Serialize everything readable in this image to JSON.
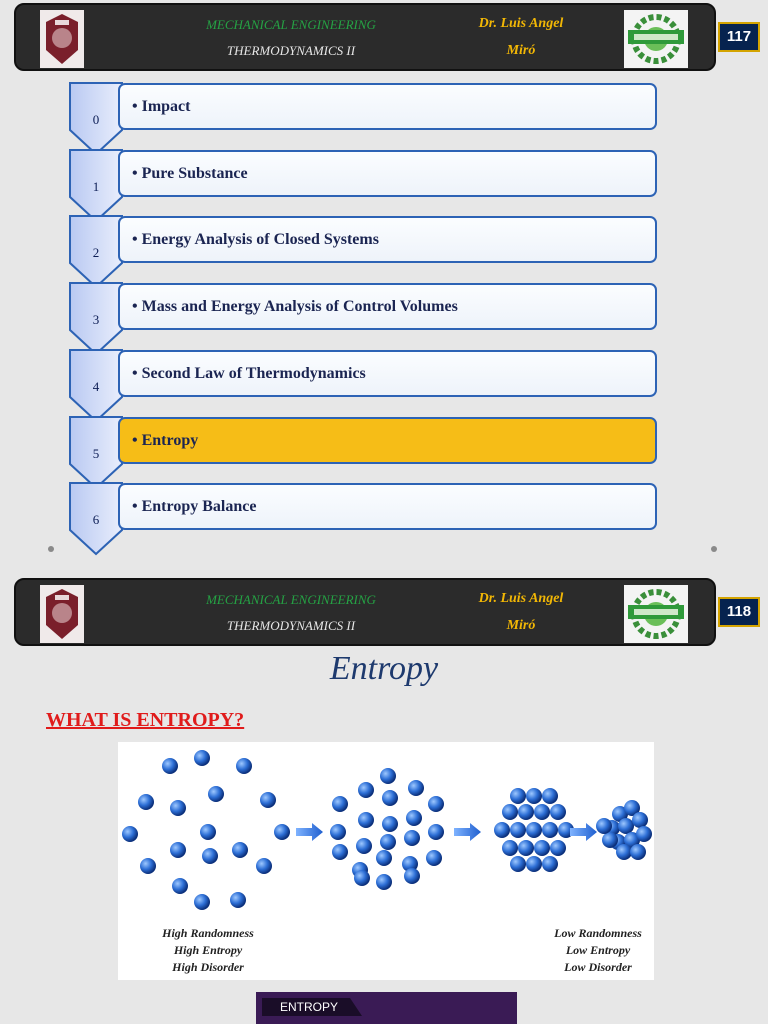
{
  "slides": [
    {
      "page_number": "117",
      "header": {
        "department": "MECHANICAL ENGINEERING",
        "course": "THERMODYNAMICS II",
        "author_line1": "Dr. Luis Angel",
        "author_line2": "Miró"
      },
      "outline": [
        {
          "number": "0",
          "label": "• Impact",
          "active": false
        },
        {
          "number": "1",
          "label": "• Pure Substance",
          "active": false
        },
        {
          "number": "2",
          "label": "• Energy Analysis of Closed Systems",
          "active": false
        },
        {
          "number": "3",
          "label": "• Mass and Energy Analysis of Control Volumes",
          "active": false
        },
        {
          "number": "4",
          "label": "• Second Law of Thermodynamics",
          "active": false
        },
        {
          "number": "5",
          "label": "• Entropy",
          "active": true
        },
        {
          "number": "6",
          "label": "• Entropy Balance",
          "active": false
        }
      ]
    },
    {
      "page_number": "118",
      "header": {
        "department": "MECHANICAL ENGINEERING",
        "course": "THERMODYNAMICS II",
        "author_line1": "Dr. Luis Angel",
        "author_line2": "Miró"
      },
      "title": "Entropy",
      "question": "WHAT IS ENTROPY?",
      "figure": {
        "left_caption": [
          "High Randomness",
          "High Entropy",
          "High Disorder"
        ],
        "right_caption": [
          "Low Randomness",
          "Low Entropy",
          "Low Disorder"
        ]
      },
      "video_label": "ENTROPY"
    }
  ],
  "colors": {
    "header_bg": "#2b2b2b",
    "department": "#25a244",
    "author": "#f2b705",
    "active_item": "#f6bd17",
    "item_border": "#2d63b5",
    "question": "#e01b1b",
    "title": "#1e3a6e"
  }
}
